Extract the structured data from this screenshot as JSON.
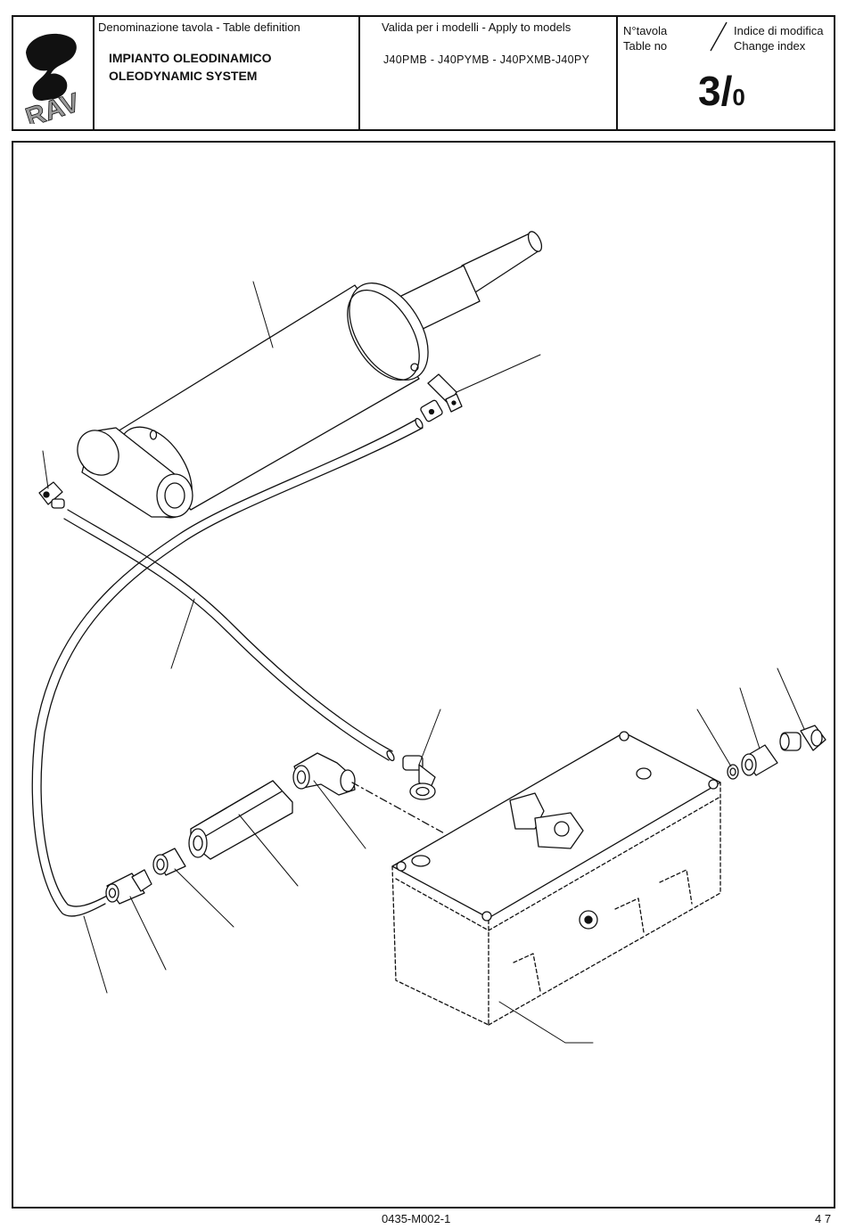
{
  "header": {
    "definition_label": "Denominazione tavola - Table definition",
    "title_it": "IMPIANTO OLEODINAMICO",
    "title_en": "OLEODYNAMIC SYSTEM",
    "models_label": "Valida per i modelli - Apply to models",
    "models": "J40PMB - J40PYMB - J40PXMB-J40PY",
    "table_no_label_it": "N°tavola",
    "table_no_label_en": "Table no",
    "change_index_label_it": "Indice di modifica",
    "change_index_label_en": "Change index",
    "table_number": "3/",
    "change_index": "0",
    "logo_text": "RAV"
  },
  "drawing": {
    "parts": [
      "hydraulic-cylinder",
      "elbow-fitting",
      "hose",
      "banjo-fitting",
      "hex-spacer",
      "nipple",
      "compression-nut",
      "power-unit-tank",
      "reducer",
      "swivel-elbow"
    ]
  },
  "footer": {
    "document_code": "0435-M002-1",
    "page_number": "4 7"
  },
  "colors": {
    "ink": "#111111",
    "paper": "#ffffff",
    "logo_gray": "#9a9a9a"
  }
}
